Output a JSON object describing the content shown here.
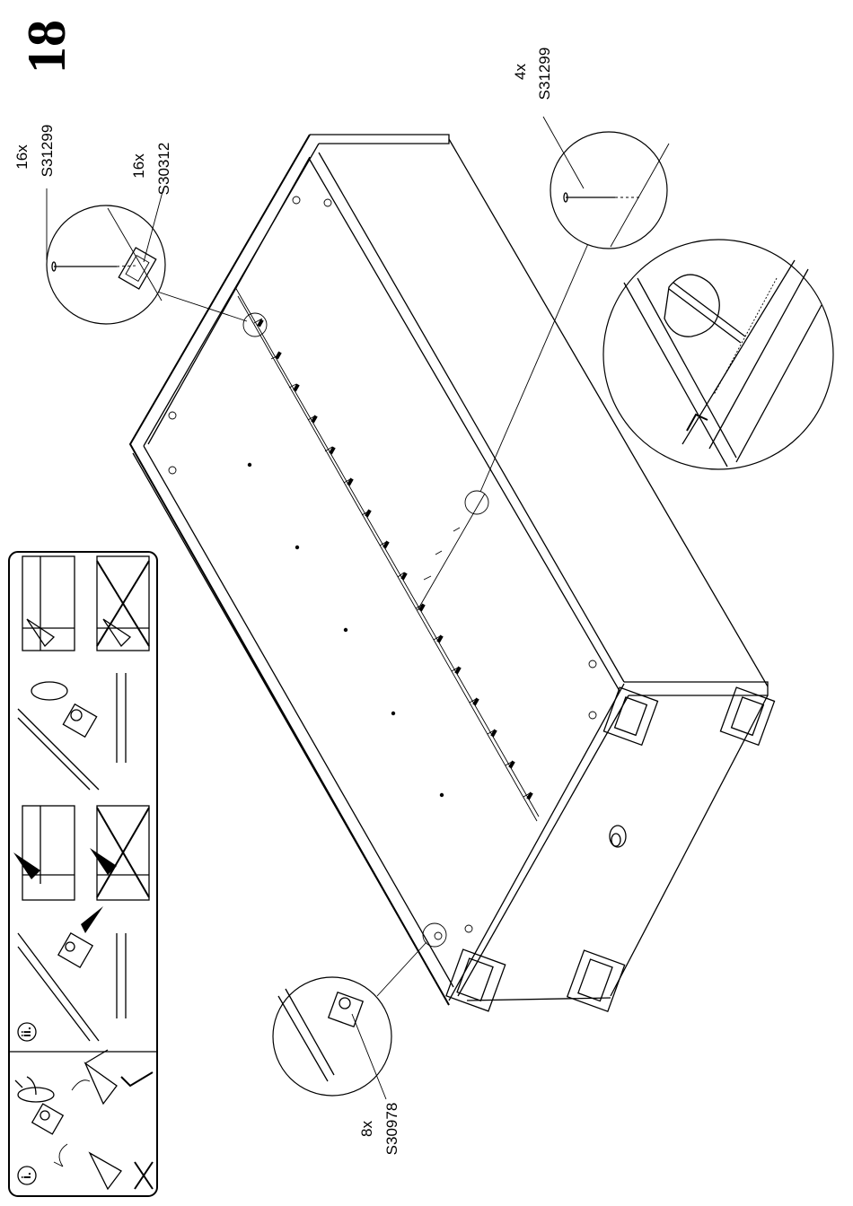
{
  "step": {
    "number": "18"
  },
  "callouts": [
    {
      "id": "nail-left",
      "qty": "16x",
      "part": "S31299"
    },
    {
      "id": "clip-left",
      "qty": "16x",
      "part": "S30312"
    },
    {
      "id": "nail-right",
      "qty": "4x",
      "part": "S31299"
    },
    {
      "id": "cam-bottom",
      "qty": "8x",
      "part": "S30978"
    }
  ],
  "cam_instructions": {
    "label_i": "i.",
    "label_ii": "ii."
  }
}
